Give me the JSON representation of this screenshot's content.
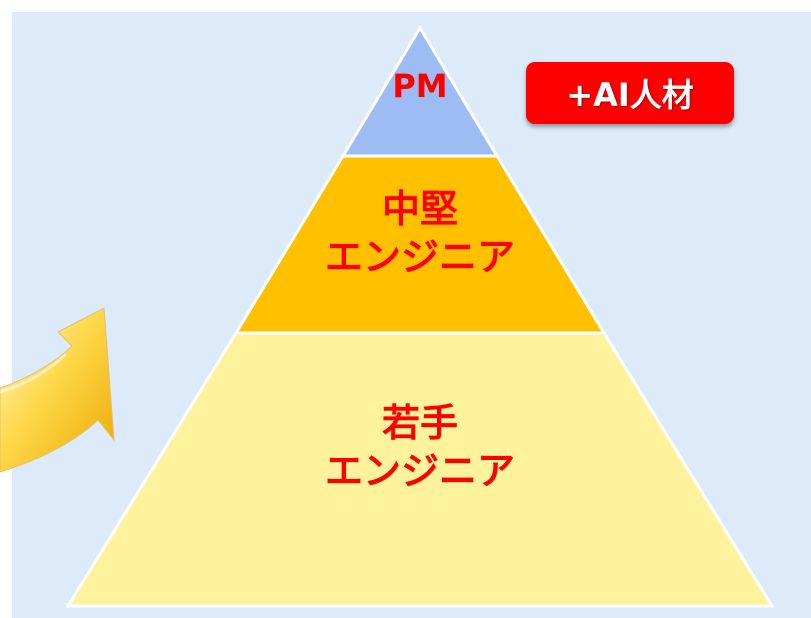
{
  "pyramid": {
    "top_label": "PM",
    "middle_label": [
      "中堅",
      "エンジニア"
    ],
    "bottom_label": [
      "若手",
      "エンジニア"
    ]
  },
  "badge": {
    "text": "+AI人材"
  },
  "colors": {
    "background": "#ddeaf9",
    "top_tier": "#9dbcf4",
    "middle_tier": "#ffc000",
    "bottom_tier": "#fff29c",
    "label_text": "#ff0000",
    "badge_fill": "#ff0000",
    "arrow": "#f5c400"
  },
  "icons": {
    "arrow": "curved-up-arrow-icon"
  }
}
